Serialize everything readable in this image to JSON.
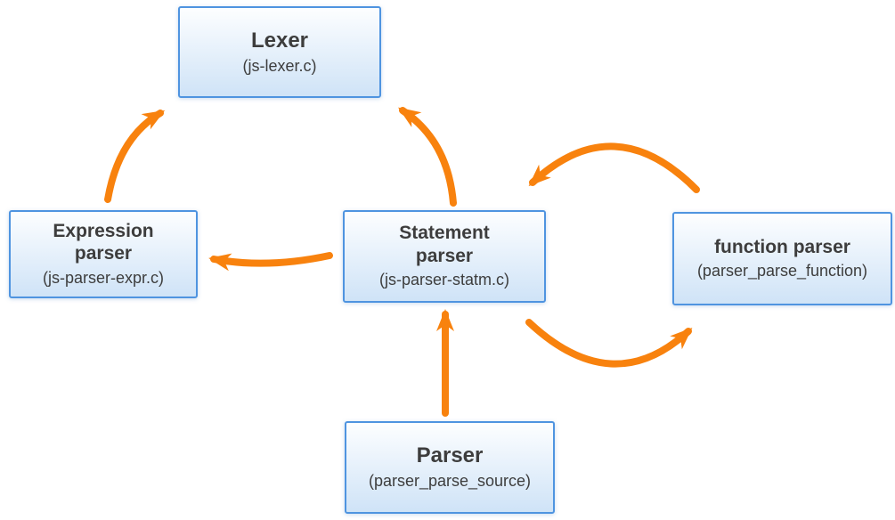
{
  "diagram": {
    "nodes": [
      {
        "id": "lexer",
        "title": "Lexer",
        "subtitle": "(js-lexer.c)"
      },
      {
        "id": "expression-parser",
        "title": "Expression parser",
        "subtitle": "(js-parser-expr.c)"
      },
      {
        "id": "statement-parser",
        "title": "Statement parser",
        "subtitle": "(js-parser-statm.c)"
      },
      {
        "id": "function-parser",
        "title": "function parser",
        "subtitle": "(parser_parse_function)"
      },
      {
        "id": "parser",
        "title": "Parser",
        "subtitle": "(parser_parse_source)"
      }
    ],
    "edges": [
      {
        "from": "expression-parser",
        "to": "lexer",
        "style": "curved"
      },
      {
        "from": "statement-parser",
        "to": "lexer",
        "style": "curved"
      },
      {
        "from": "statement-parser",
        "to": "expression-parser",
        "style": "curved"
      },
      {
        "from": "function-parser",
        "to": "statement-parser",
        "style": "arc-over"
      },
      {
        "from": "statement-parser",
        "to": "function-parser",
        "style": "arc-under"
      },
      {
        "from": "parser",
        "to": "statement-parser",
        "style": "straight"
      }
    ],
    "colors": {
      "arrow": "#f8820e",
      "box_border": "#4f94e0",
      "box_fill_top": "#fdfeff",
      "box_fill_bottom": "#cfe3f7",
      "text": "#3d3d3d"
    }
  }
}
